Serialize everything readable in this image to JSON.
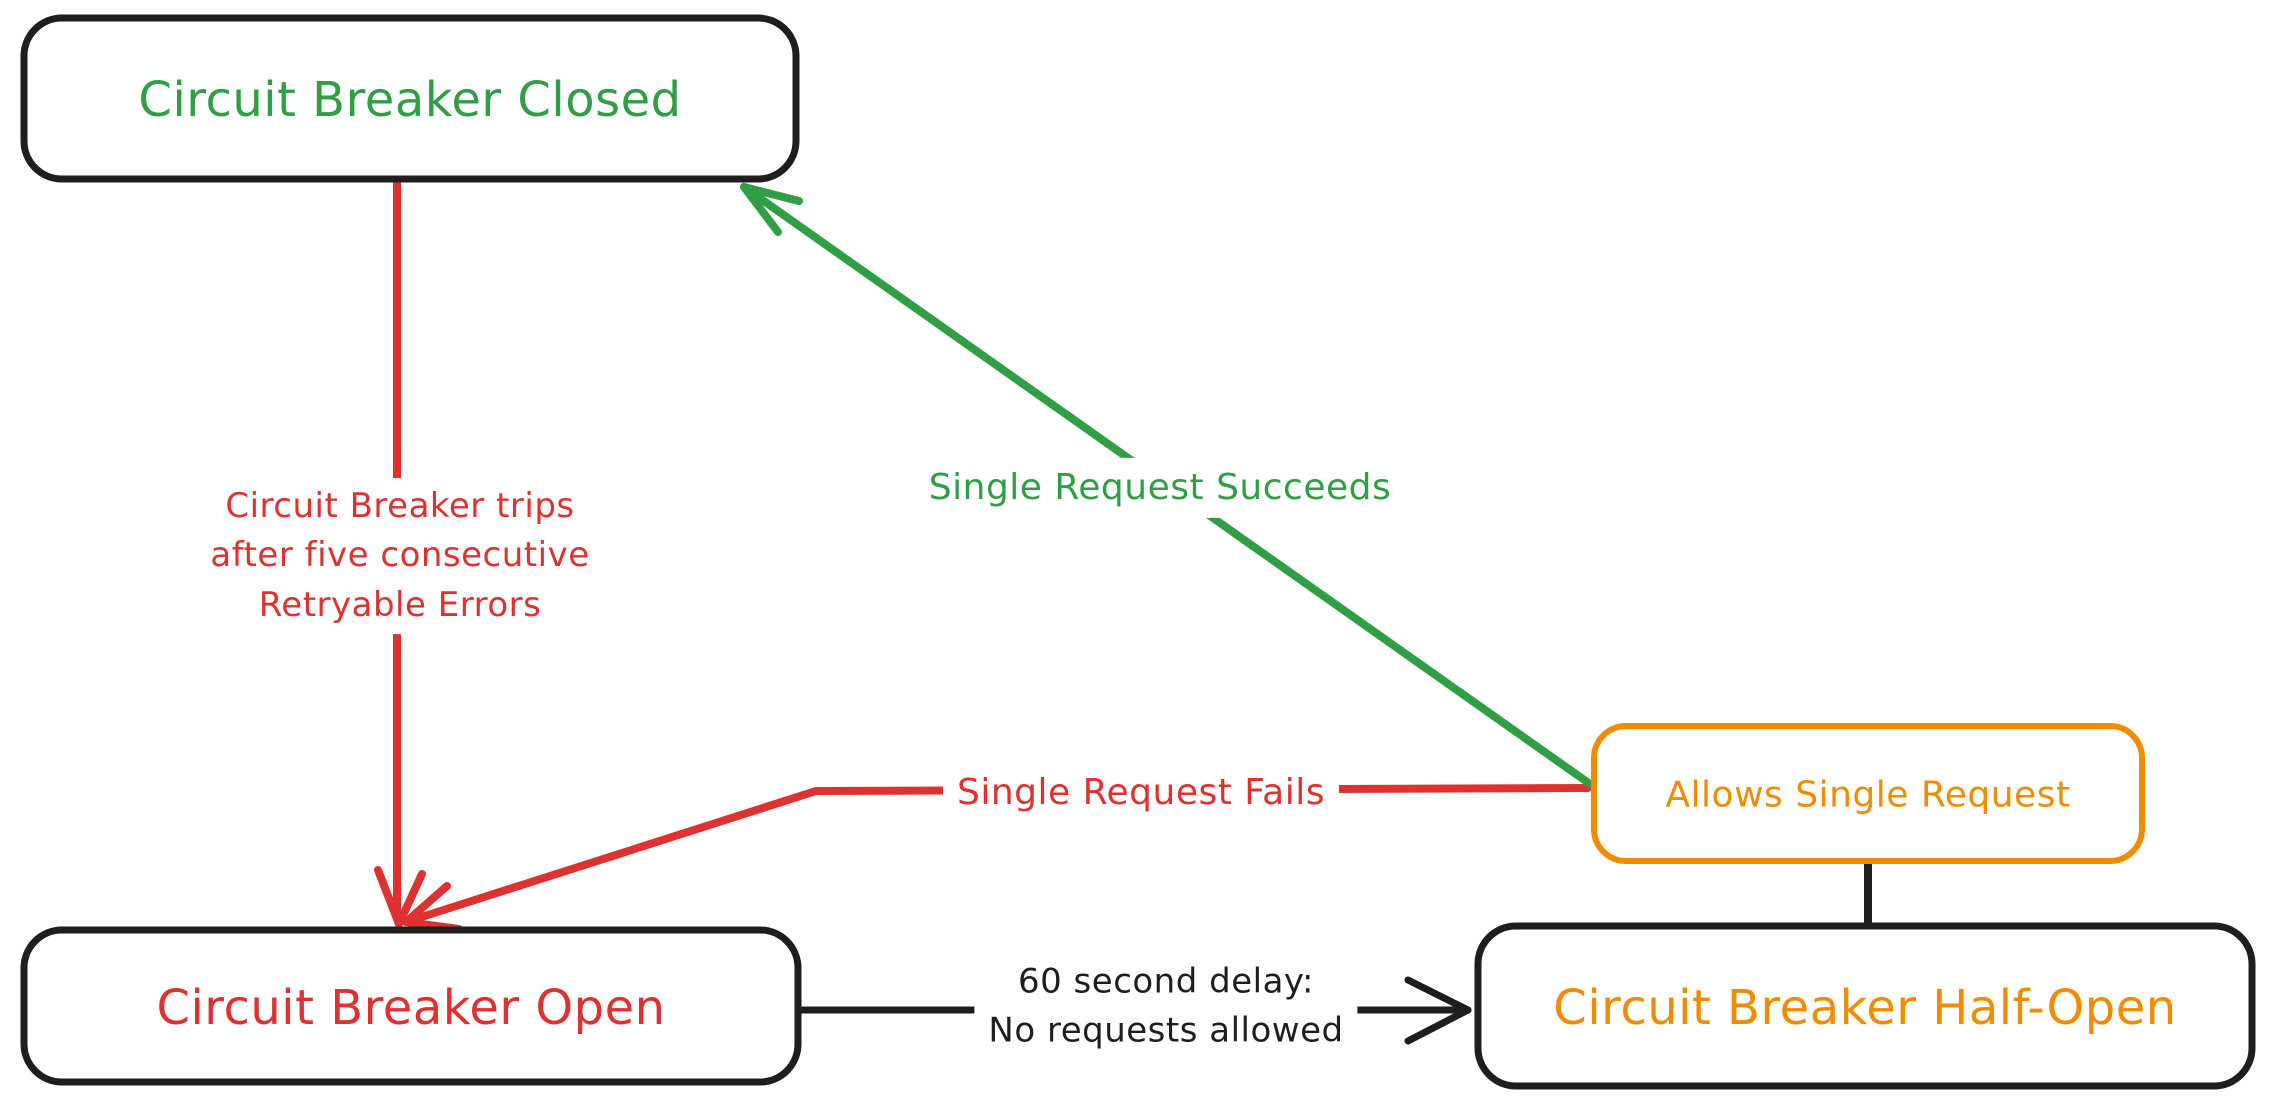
{
  "diagram_type": "state-diagram",
  "colors": {
    "green": "#2f9e44",
    "red": "#e03131",
    "orange": "#f08c00",
    "black": "#1e1e1e",
    "background": "#ffffff"
  },
  "nodes": {
    "closed": {
      "label": "Circuit Breaker Closed",
      "text_color": "#2f9e44",
      "border_color": "#1e1e1e"
    },
    "open": {
      "label": "Circuit Breaker Open",
      "text_color": "#e03131",
      "border_color": "#1e1e1e"
    },
    "half_open": {
      "label": "Circuit Breaker Half-Open",
      "text_color": "#f08c00",
      "border_color": "#1e1e1e"
    },
    "allows_single_request": {
      "label": "Allows Single Request",
      "text_color": "#f08c00",
      "border_color": "#f08c00"
    }
  },
  "edges": {
    "trips": {
      "label": "Circuit Breaker trips\nafter five consecutive\nRetryable Errors",
      "color": "#e03131",
      "from": "closed",
      "to": "open"
    },
    "succeeds": {
      "label": "Single Request Succeeds",
      "color": "#2f9e44",
      "from": "allows_single_request",
      "to": "closed"
    },
    "fails": {
      "label": "Single Request Fails",
      "color": "#e03131",
      "from": "allows_single_request",
      "to": "open"
    },
    "delay": {
      "label": "60 second delay:\nNo requests allowed",
      "color": "#1e1e1e",
      "from": "open",
      "to": "half_open"
    },
    "half_open_connector": {
      "label": "",
      "color": "#1e1e1e",
      "from": "half_open",
      "to": "allows_single_request"
    }
  }
}
